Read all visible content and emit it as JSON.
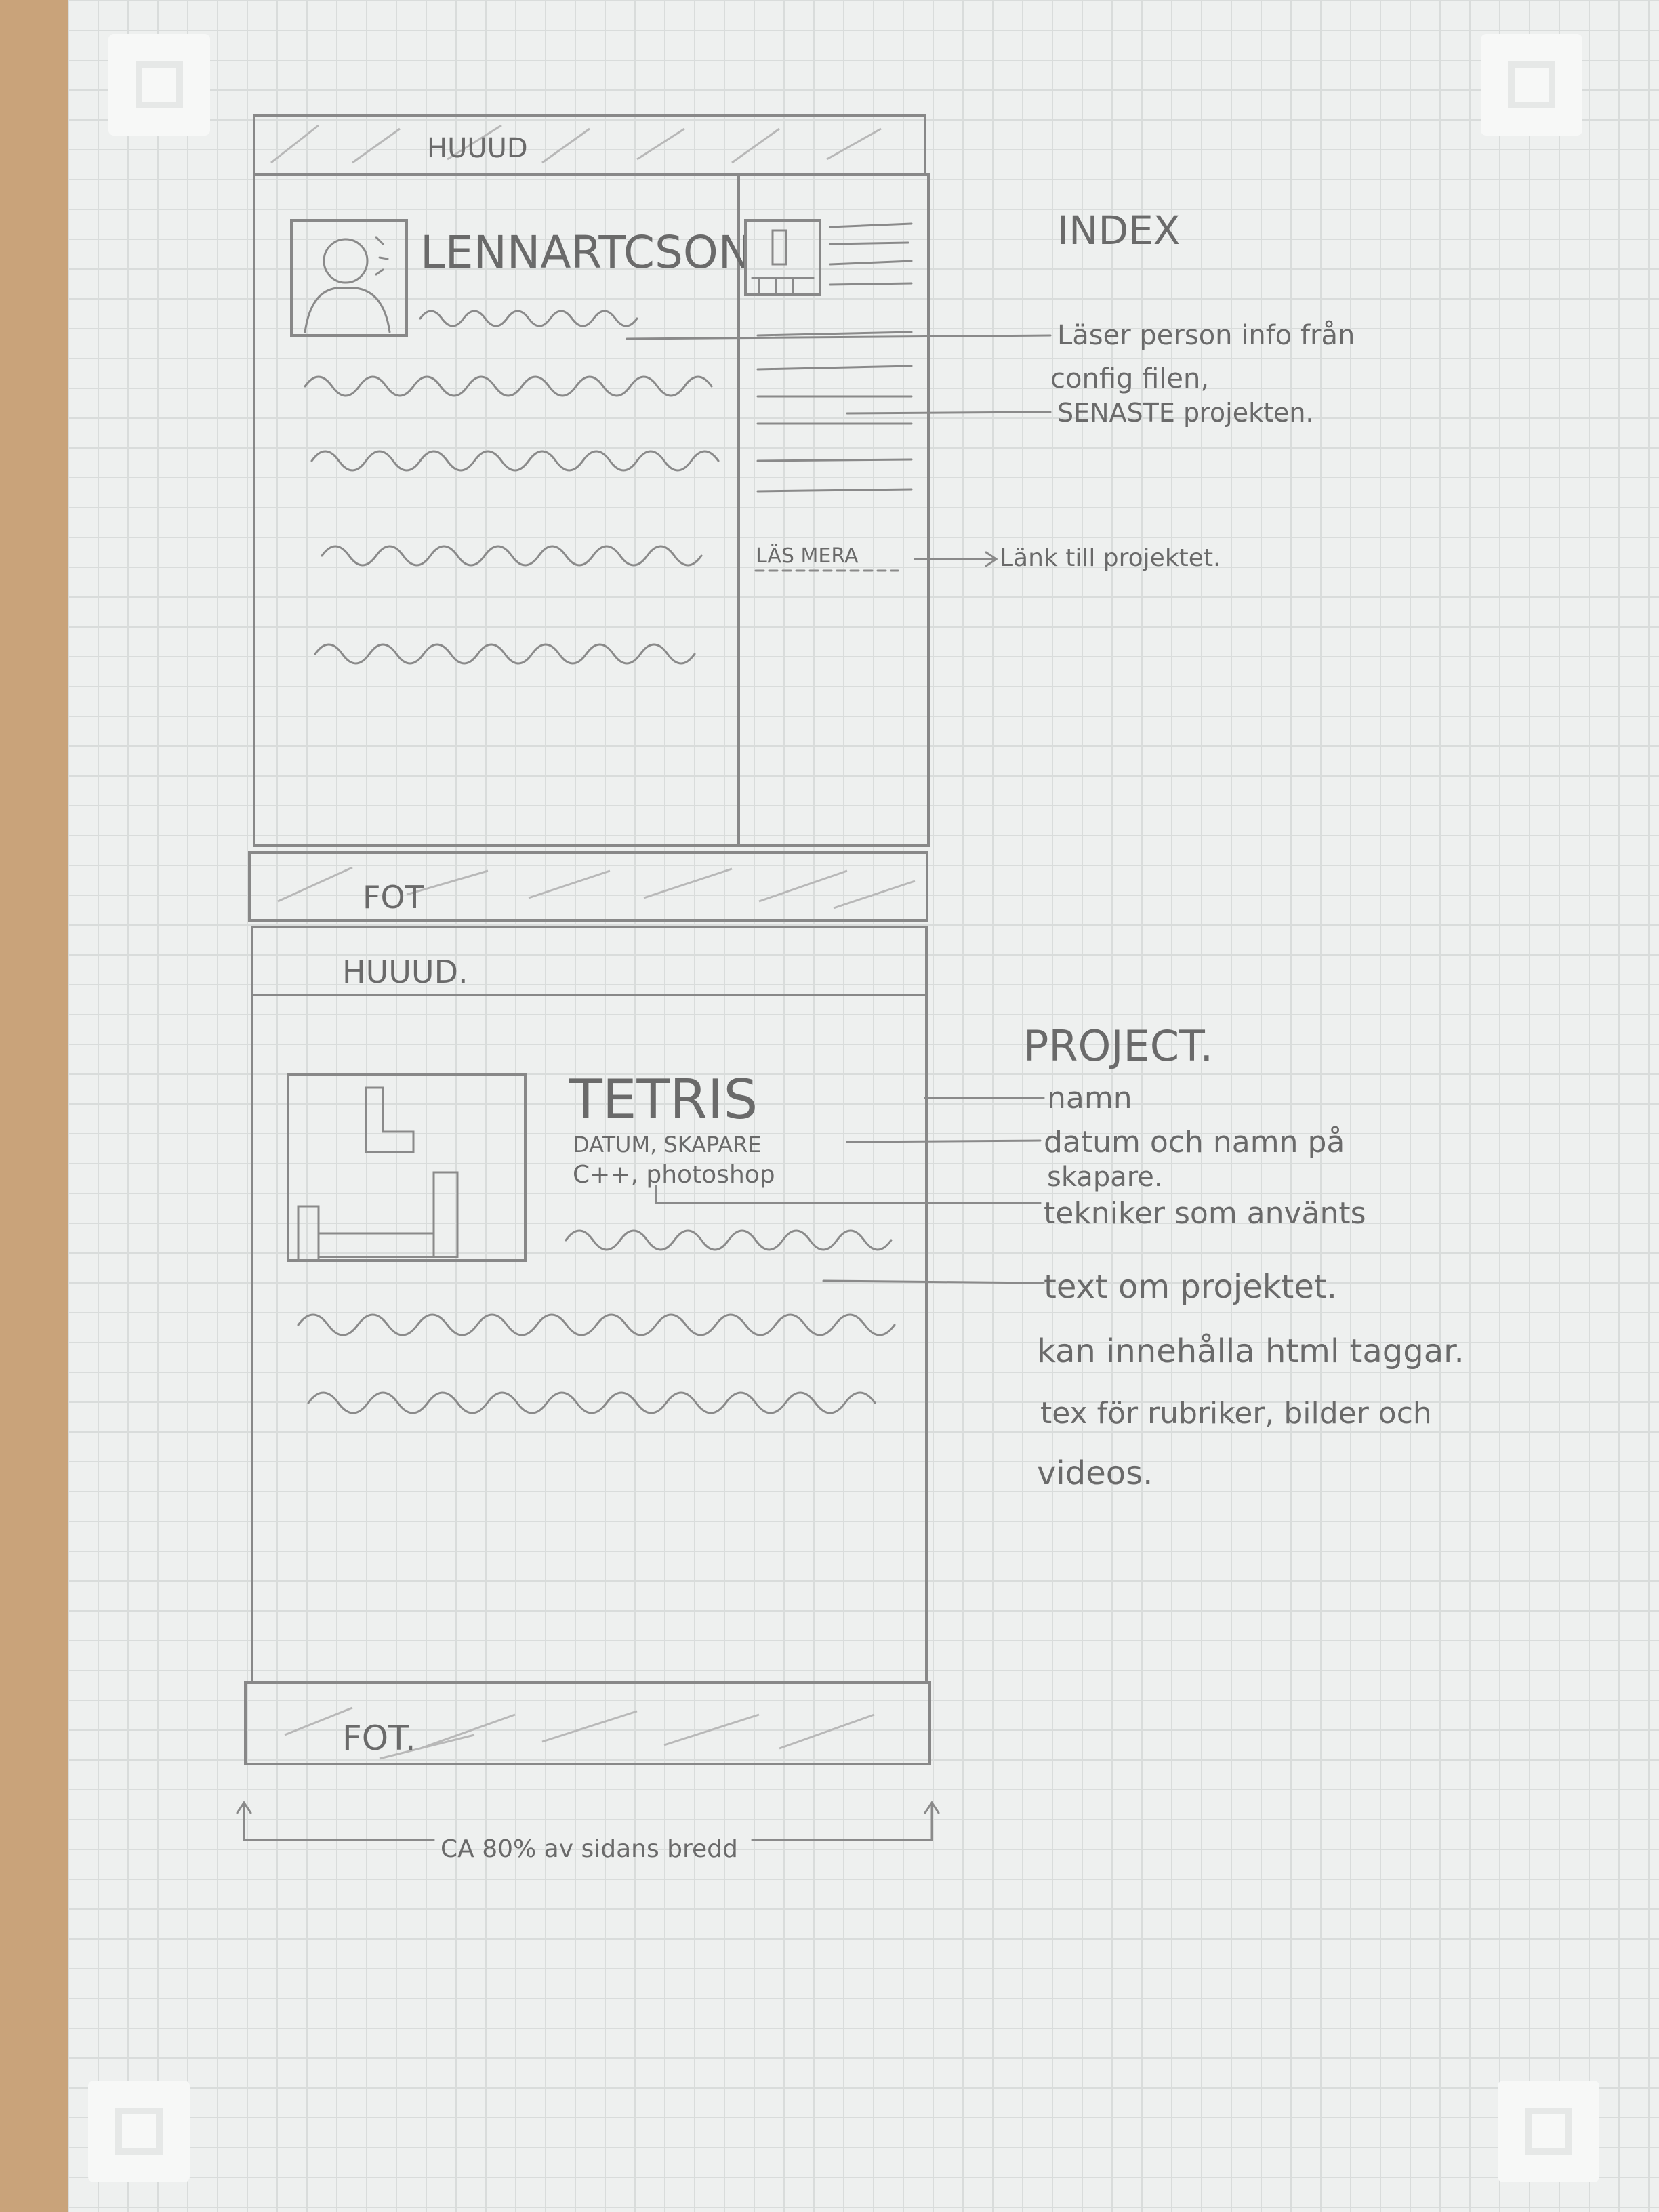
{
  "index_wireframe": {
    "header": "HUUUD",
    "name": "LENNARTCSON",
    "read_more": "LÄS MERA",
    "footer": "FOT"
  },
  "project_wireframe": {
    "header": "HUUUD.",
    "title": "TETRIS",
    "meta": "DATUM, SKAPARE",
    "tech": "C++, photoshop",
    "footer": "FOT."
  },
  "annotations": {
    "index_title": "INDEX",
    "person_info_1": "Läser person info från",
    "person_info_2": "config filen,",
    "latest_projects": "SENASTE projekten.",
    "link_to_project": "Länk till projektet.",
    "project_title": "PROJECT.",
    "name": "namn",
    "date_creator_1": "datum och namn på",
    "date_creator_2": "skapare.",
    "techniques": "tekniker som använts",
    "text_1": "text om projektet.",
    "text_2": "kan innehålla html taggar.",
    "text_3": "tex för rubriker, bilder och",
    "text_4": "videos."
  },
  "width_note": "CA 80% av sidans bredd"
}
